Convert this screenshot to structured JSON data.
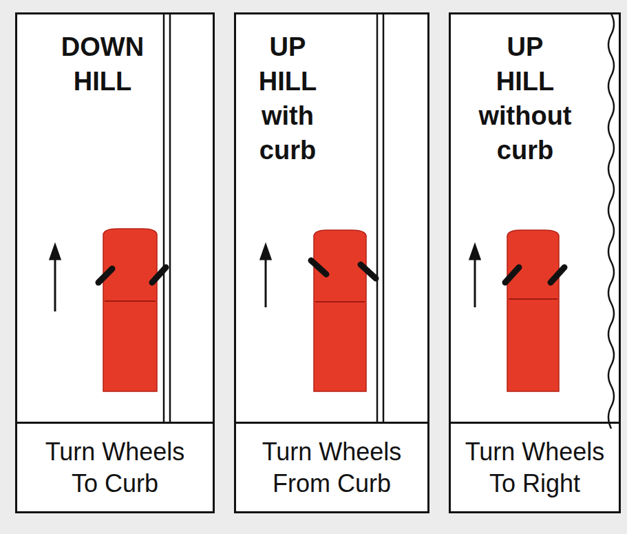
{
  "diagram": {
    "nodes": [
      {
        "text": [
          "DOWN HILL"
        ]
      },
      {
        "text": [
          "Turn Wheels To Curb"
        ]
      },
      {
        "text": [
          "UP HILL with curb"
        ]
      },
      {
        "text": [
          "Turn Wheels From Curb"
        ]
      },
      {
        "text": [
          "UP HILL without curb"
        ]
      },
      {
        "text": [
          "Turn Wheels To Right"
        ]
      }
    ]
  }
}
